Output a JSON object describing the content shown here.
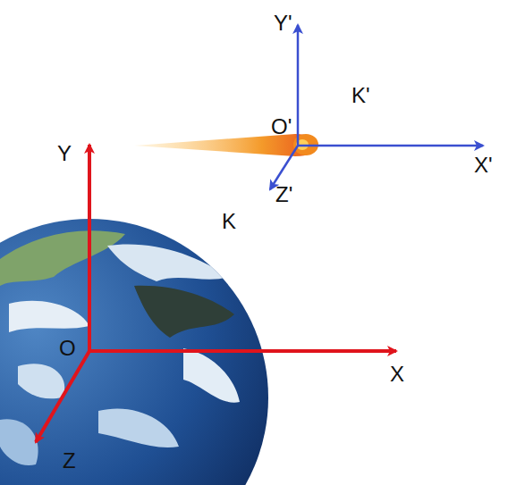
{
  "diagram": {
    "labels": [
      "Y",
      "O",
      "X",
      "Z",
      "K",
      "Y'",
      "O'",
      "X'",
      "Z'",
      "K'"
    ]
  }
}
